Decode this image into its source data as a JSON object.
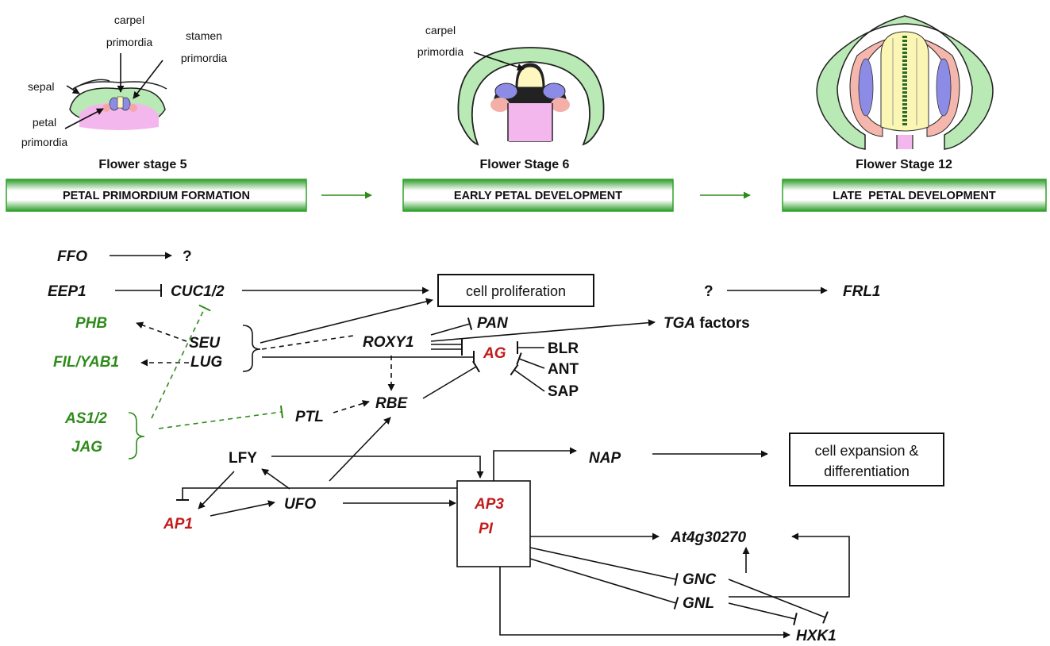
{
  "stages": {
    "stage5": {
      "title": "Flower stage 5",
      "labels": {
        "carpel": "carpel\nprimordia",
        "stamen": "stamen\nprimordia",
        "sepal": "sepal",
        "petal": "petal\nprimordia"
      }
    },
    "stage6": {
      "title": "Flower Stage 6",
      "labels": {
        "carpel": "carpel\nprimordia"
      }
    },
    "stage12": {
      "title": "Flower Stage 12"
    }
  },
  "banners": [
    "PETAL PRIMORDIUM FORMATION",
    "EARLY PETAL DEVELOPMENT",
    "LATE  PETAL DEVELOPMENT"
  ],
  "colors": {
    "green_text": "#2e8b1a",
    "red_text": "#c41a1a",
    "banner_green": "#2fa12a"
  },
  "genes": {
    "FFO": "FFO",
    "q1": "?",
    "EEP1": "EEP1",
    "CUC12": "CUC1/2",
    "PHB": "PHB",
    "SEU": "SEU",
    "FILYAB1": "FIL/YAB1",
    "LUG": "LUG",
    "AS12": "AS1/2",
    "JAG": "JAG",
    "ROXY1": "ROXY1",
    "PAN": "PAN",
    "TGA": "TGA",
    "TGA_suffix": " factors",
    "AG": "AG",
    "BLR": "BLR",
    "ANT": "ANT",
    "SAP": "SAP",
    "PTL": "PTL",
    "RBE": "RBE",
    "LFY": "LFY",
    "AP1": "AP1",
    "UFO": "UFO",
    "AP3": "AP3",
    "PI": "PI",
    "NAP": "NAP",
    "At4g30270": "At4g30270",
    "GNC": "GNC",
    "GNL": "GNL",
    "HXK1": "HXK1",
    "q2": "?",
    "FRL1": "FRL1"
  },
  "boxes": {
    "cell_proliferation": "cell proliferation",
    "cell_expansion_1": "cell expansion &",
    "cell_expansion_2": "differentiation"
  }
}
